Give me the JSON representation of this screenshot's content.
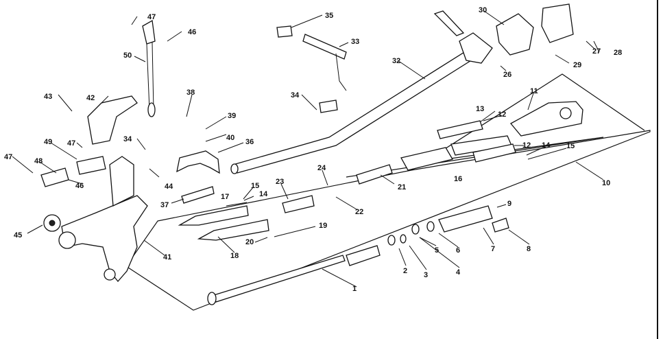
{
  "diagram": {
    "type": "exploded-parts-view",
    "callouts": [
      "1",
      "2",
      "3",
      "4",
      "5",
      "6",
      "7",
      "8",
      "9",
      "10",
      "11",
      "12",
      "12",
      "13",
      "14",
      "14",
      "15",
      "15",
      "16",
      "17",
      "18",
      "19",
      "20",
      "21",
      "22",
      "23",
      "24",
      "26",
      "27",
      "28",
      "29",
      "30",
      "32",
      "33",
      "34",
      "34",
      "35",
      "36",
      "37",
      "38",
      "39",
      "40",
      "41",
      "42",
      "43",
      "44",
      "45",
      "46",
      "46",
      "47",
      "47",
      "47",
      "48",
      "49",
      "50"
    ]
  }
}
